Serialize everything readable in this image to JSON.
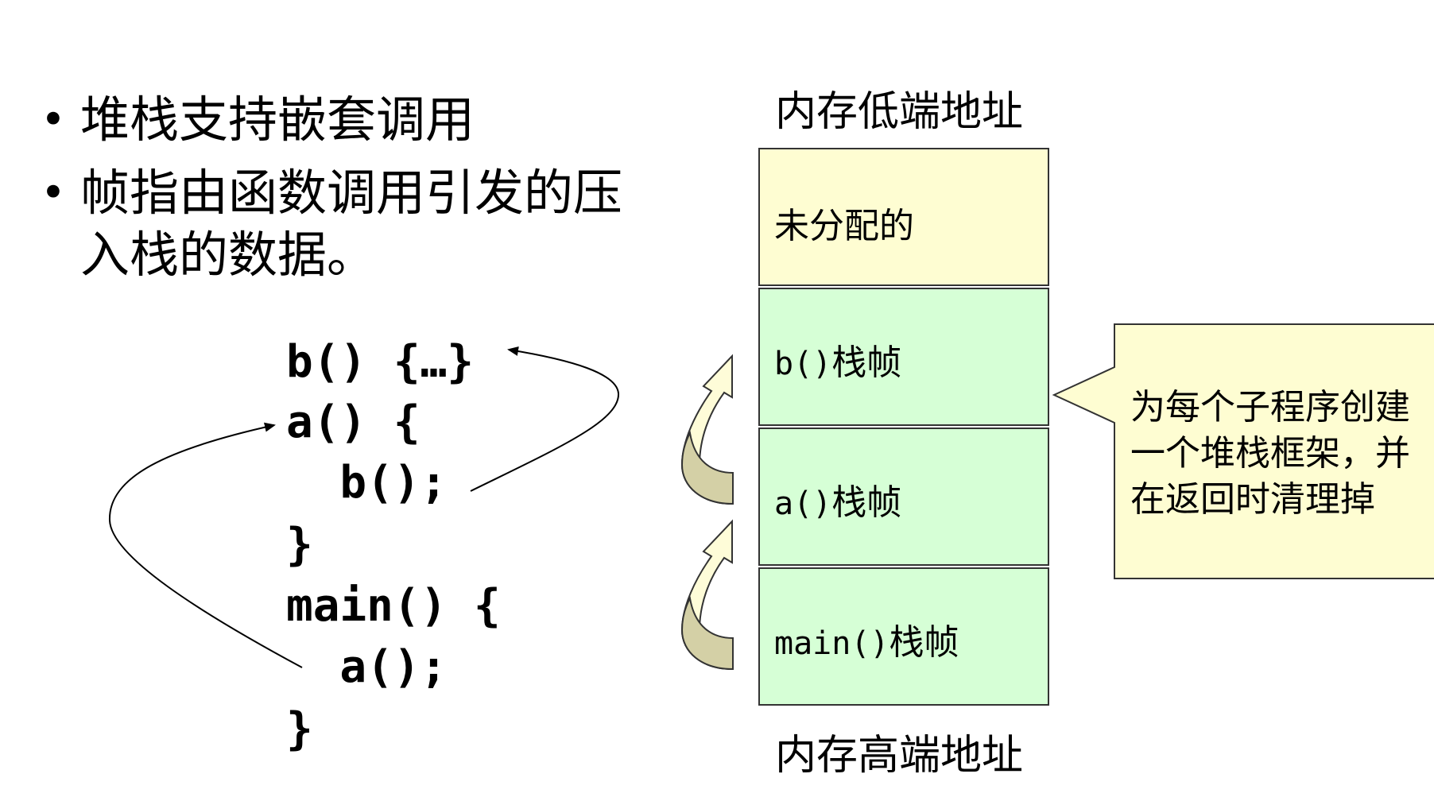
{
  "bullets": [
    "堆栈支持嵌套调用",
    "帧指由函数调用引发的压入栈的数据。"
  ],
  "bullet_lines": {
    "b1": "堆栈支持嵌套调用",
    "b2_line1": "帧指由函数调用引发的压",
    "b2_line2": "入栈的数据。"
  },
  "code": {
    "line1": "b() {…}",
    "line2": "a() {",
    "line3": "  b();",
    "line4": "}",
    "line5": "main() {",
    "line6": "  a();",
    "line7": "}"
  },
  "stack": {
    "top_label": "内存低端地址",
    "bottom_label": "内存高端地址",
    "frames": [
      {
        "name": "未分配的",
        "mono": "",
        "suffix": ""
      },
      {
        "name": "",
        "mono": "b()",
        "suffix": "栈帧"
      },
      {
        "name": "",
        "mono": "a()",
        "suffix": "栈帧"
      },
      {
        "name": "",
        "mono": "main()",
        "suffix": "栈帧"
      }
    ]
  },
  "callout": {
    "text": "为每个子程序创建\n一个堆栈框架，并\n在返回时清理掉"
  },
  "colors": {
    "unallocated": "#FEFDD2",
    "frame": "#D6FFD6",
    "callout": "#FEFDD2",
    "curved_arrow": "#D4D0A6",
    "curved_arrow_light": "#FEFCD8"
  }
}
